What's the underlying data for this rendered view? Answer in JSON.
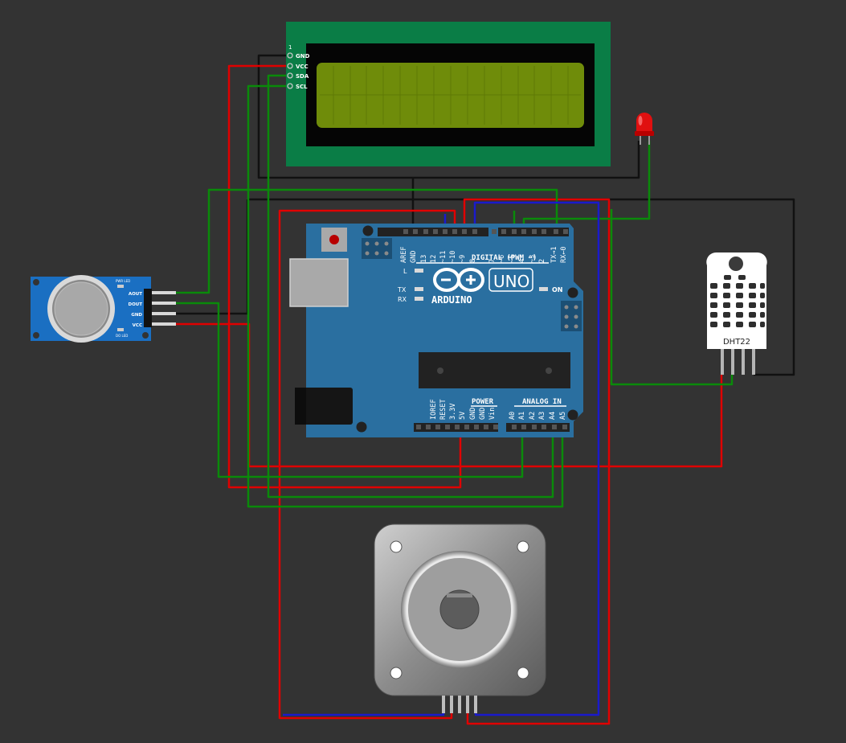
{
  "colors": {
    "background": "#333333",
    "wire_red": "#e00000",
    "wire_green": "#0a8a0a",
    "wire_blue": "#1a1acc",
    "wire_black": "#111111",
    "board": "#2a6fa0",
    "lcd_pcb": "#0a7d46",
    "lcd_screen": "#6f8c0a",
    "sensor_pcb": "#1a6fc2"
  },
  "lcd": {
    "pin_index": "1",
    "pins": [
      "GND",
      "VCC",
      "SDA",
      "SCL"
    ]
  },
  "gas_sensor": {
    "pins": [
      "AOUT",
      "DOUT",
      "GND",
      "VCC"
    ],
    "pwr_led": "PWR LED",
    "do_led": "DO LED"
  },
  "dht": {
    "label": "DHT22"
  },
  "led": {
    "color": "#e01010"
  },
  "arduino": {
    "brand": "ARDUINO",
    "model": "UNO",
    "digital_header": "DIGITAL (PWM ~)",
    "digital_pins": [
      "AREF",
      "GND",
      "13",
      "12",
      "~11",
      "~10",
      "~9",
      "8",
      "7",
      "~6",
      "~5",
      "4",
      "~3",
      "2",
      "TX→1",
      "RX←0"
    ],
    "power_header": "POWER",
    "power_pins": [
      "IOREF",
      "RESET",
      "3.3V",
      "5V",
      "GND",
      "GND",
      "Vin"
    ],
    "analog_header": "ANALOG IN",
    "analog_pins": [
      "A0",
      "A1",
      "A2",
      "A3",
      "A4",
      "A5"
    ],
    "led_L": "L",
    "led_TX": "TX",
    "led_RX": "RX",
    "led_ON": "ON"
  }
}
